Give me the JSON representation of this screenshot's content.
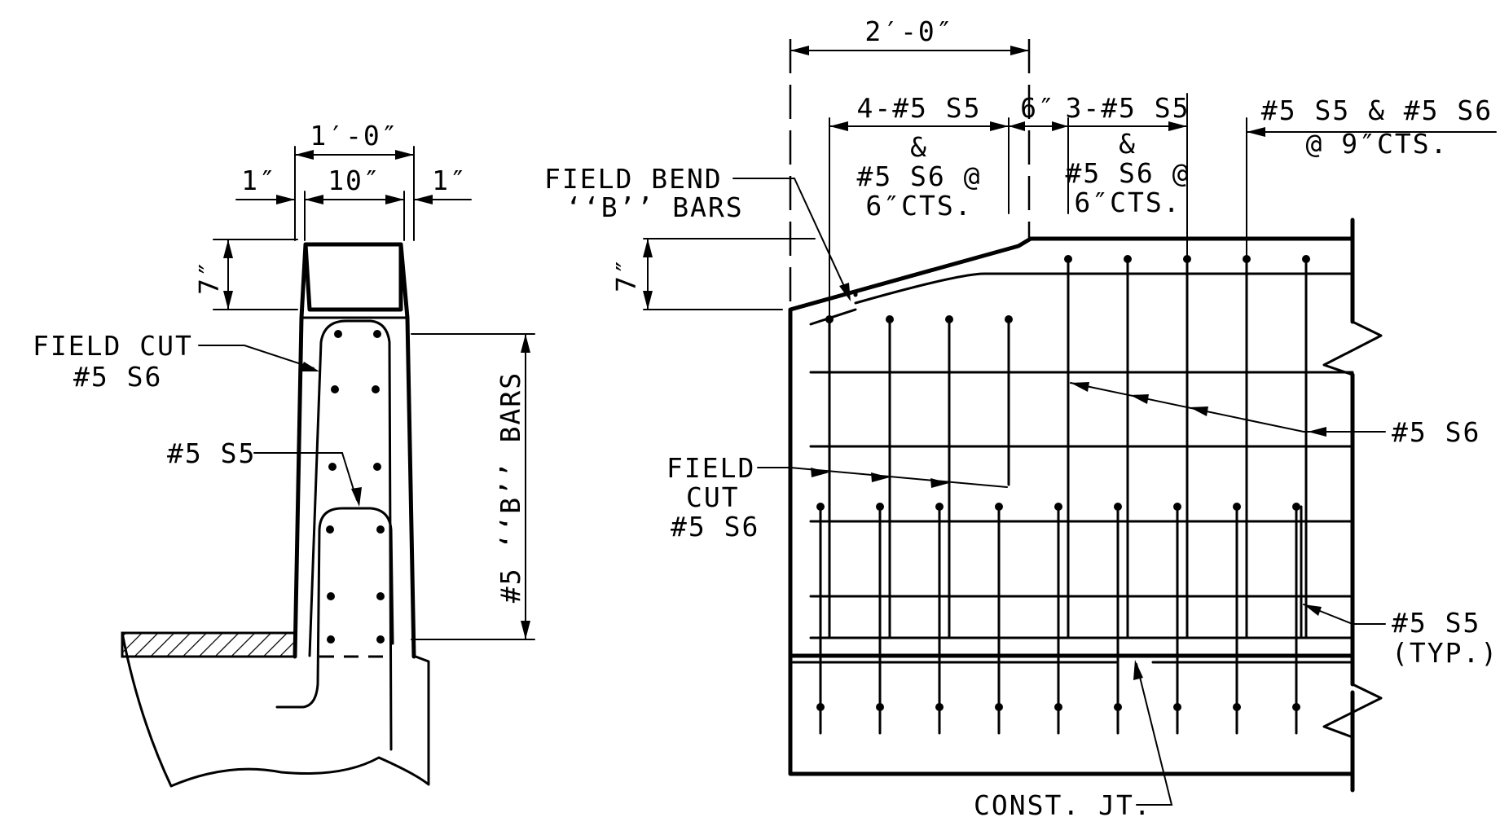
{
  "section": {
    "dims": {
      "overall_width": "1′-0″",
      "inner_width": "10″",
      "left_offset": "1″",
      "right_offset": "1″",
      "cap_height": "7″"
    },
    "labels": {
      "field_cut_l1": "FIELD CUT",
      "field_cut_l2": "#5 S6",
      "s5": "#5 S5",
      "b_bars": "#5 ‘‘B’’ BARS"
    }
  },
  "elevation": {
    "dims": {
      "top_span": "2′-0″",
      "group1_l1": "4-#5 S5",
      "group1_l2": "&",
      "group1_l3": "#5 S6 @",
      "group1_l4": "6″CTS.",
      "gap": "6″",
      "group2_l1": "3-#5 S5",
      "group2_l2": "&",
      "group2_l3": "#5 S6 @",
      "group2_l4": "6″CTS.",
      "group3_l1": "#5 S5 & #5 S6",
      "group3_l2": "@ 9″CTS.",
      "cap_height": "7″"
    },
    "labels": {
      "field_bend_l1": "FIELD BEND",
      "field_bend_l2": "‘‘B’’ BARS",
      "field_cut_l1": "FIELD",
      "field_cut_l2": "CUT",
      "field_cut_l3": "#5 S6",
      "s6": "#5 S6",
      "s5_l1": "#5 S5",
      "s5_l2": "(TYP.)",
      "const_jt": "CONST. JT."
    }
  }
}
